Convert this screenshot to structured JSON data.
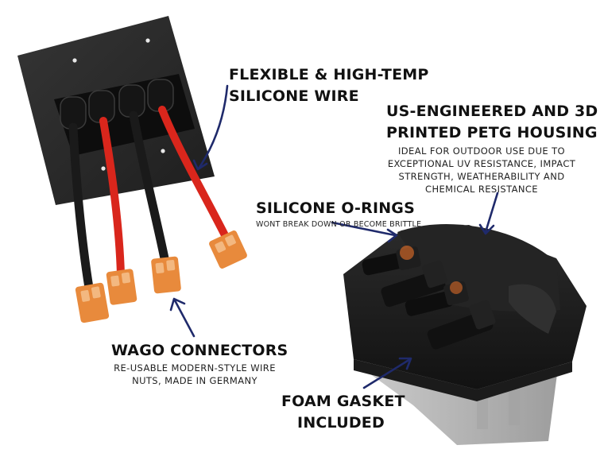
{
  "colors": {
    "arrow": "#1f2a6b",
    "plate": "#2a2a2a",
    "wire_black": "#1a1a1a",
    "wire_red": "#d9261c",
    "wago_orange": "#e88a3c",
    "housing": "#1c1c1c",
    "gasket_gray": "#b8b8b8"
  },
  "callouts": {
    "silicone_wire": {
      "title": [
        "FLEXIBLE & HIGH-TEMP",
        "SILICONE WIRE"
      ]
    },
    "petg_housing": {
      "title": [
        "US-ENGINEERED AND 3D",
        "PRINTED PETG HOUSING"
      ],
      "description": [
        "IDEAL FOR OUTDOOR USE DUE TO",
        "EXCEPTIONAL UV RESISTANCE, IMPACT",
        "STRENGTH, WEATHERABILITY AND",
        "CHEMICAL RESISTANCE"
      ]
    },
    "o_rings": {
      "title": [
        "SILICONE O-RINGS"
      ],
      "description": [
        "WONT BREAK DOWN OR BECOME BRITTLE"
      ]
    },
    "wago": {
      "title": [
        "WAGO CONNECTORS"
      ],
      "description": [
        "RE-USABLE MODERN-STYLE WIRE",
        "NUTS, MADE IN GERMANY"
      ]
    },
    "gasket": {
      "title": [
        "FOAM GASKET",
        "INCLUDED"
      ]
    }
  }
}
